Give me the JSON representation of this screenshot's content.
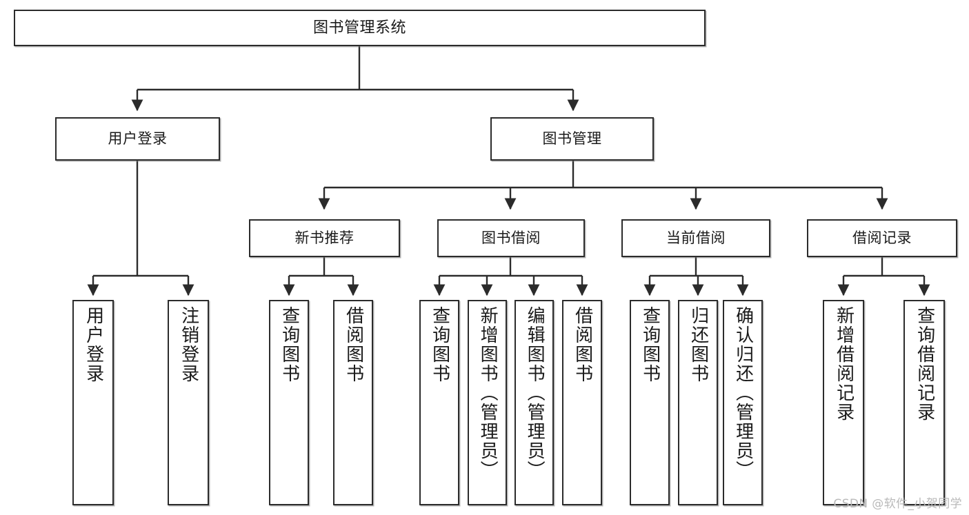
{
  "diagram": {
    "type": "tree-hierarchy",
    "title": "图书管理系统",
    "watermark": "CSDN @软件_小贺同学",
    "colors": {
      "box_border": "#2b2b2b",
      "box_fill": "#ffffff",
      "connector": "#2b2b2b",
      "text": "#1a1a1a",
      "watermark": "#b9b9b9"
    },
    "levels": {
      "root": {
        "label": "图书管理系统"
      },
      "level2": [
        {
          "label": "用户登录"
        },
        {
          "label": "图书管理"
        }
      ],
      "level3": [
        {
          "label": "新书推荐"
        },
        {
          "label": "图书借阅"
        },
        {
          "label": "当前借阅"
        },
        {
          "label": "借阅记录"
        }
      ],
      "leaves": [
        {
          "label": "用户登录",
          "parent": "用户登录"
        },
        {
          "label": "注销登录",
          "parent": "用户登录"
        },
        {
          "label": "查询图书",
          "parent": "新书推荐"
        },
        {
          "label": "借阅图书",
          "parent": "新书推荐"
        },
        {
          "label": "查询图书",
          "parent": "图书借阅"
        },
        {
          "label": "新增图书（管理员）",
          "parent": "图书借阅"
        },
        {
          "label": "编辑图书（管理员）",
          "parent": "图书借阅"
        },
        {
          "label": "借阅图书",
          "parent": "图书借阅"
        },
        {
          "label": "查询图书",
          "parent": "当前借阅"
        },
        {
          "label": "归还图书",
          "parent": "当前借阅"
        },
        {
          "label": "确认归还（管理员）",
          "parent": "当前借阅"
        },
        {
          "label": "新增借阅记录",
          "parent": "借阅记录"
        },
        {
          "label": "查询借阅记录",
          "parent": "借阅记录"
        }
      ]
    }
  }
}
